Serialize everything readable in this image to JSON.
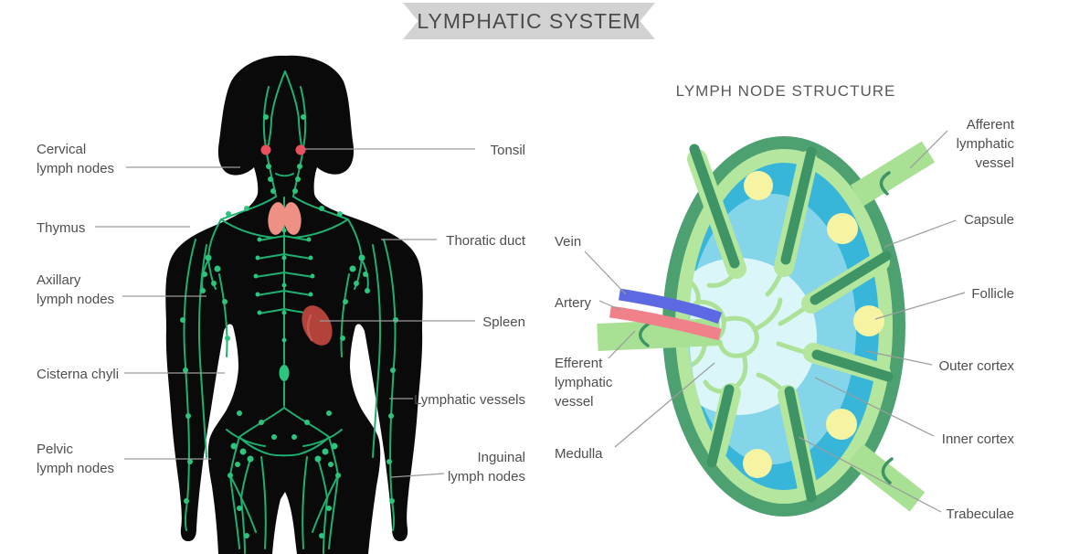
{
  "banner": {
    "title": "LYMPHATIC SYSTEM"
  },
  "node": {
    "title": "LYMPH NODE STRUCTURE",
    "right_labels": [
      {
        "lines": [
          "Afferent",
          "lymphatic",
          "vessel"
        ]
      },
      {
        "lines": [
          "Capsule"
        ]
      },
      {
        "lines": [
          "Follicle"
        ]
      },
      {
        "lines": [
          "Outer cortex"
        ]
      },
      {
        "lines": [
          "Inner cortex"
        ]
      },
      {
        "lines": [
          "Trabeculae"
        ]
      }
    ],
    "left_labels": [
      {
        "lines": [
          "Vein"
        ]
      },
      {
        "lines": [
          "Artery"
        ]
      },
      {
        "lines": [
          "Efferent",
          "lymphatic",
          "vessel"
        ]
      },
      {
        "lines": [
          "Medulla"
        ]
      }
    ]
  },
  "body": {
    "left_labels": [
      {
        "lines": [
          "Cervical",
          "lymph nodes"
        ]
      },
      {
        "lines": [
          "Thymus"
        ]
      },
      {
        "lines": [
          "Axillary",
          "lymph nodes"
        ]
      },
      {
        "lines": [
          "Cisterna chyli"
        ]
      },
      {
        "lines": [
          "Pelvic",
          "lymph nodes"
        ]
      }
    ],
    "right_labels": [
      {
        "lines": [
          "Tonsil"
        ]
      },
      {
        "lines": [
          "Thoratic duct"
        ]
      },
      {
        "lines": [
          "Spleen"
        ]
      },
      {
        "lines": [
          "Lymphatic vessels"
        ]
      },
      {
        "lines": [
          "Inguinal",
          "lymph nodes"
        ]
      }
    ]
  },
  "palette": {
    "banner-bg": "#d2d2d2",
    "banner-text": "#4b4b4b",
    "title-text": "#58585a",
    "label-text": "#4e4e50",
    "leader-line": "#9b9b9b",
    "body-black": "#0a0a0a",
    "lymph-green": "#1fb070",
    "lymph-node-green": "#2cc57e",
    "tonsil-red": "#e8515d",
    "thymus-pink": "#ee9083",
    "spleen-red": "#b2423a",
    "capsule-green": "#4da171",
    "trabecula-green": "#3f9466",
    "lining-green": "#b4e69e",
    "cortex-blue": "#38b6d9",
    "inner-cortex-blue": "#84d5e9",
    "medulla-pale": "#daf6f8",
    "cord-green": "#abe298",
    "follicle-yellow": "#f6f3a3",
    "vein-blue": "#5b6ae2",
    "artery-red": "#f0808a",
    "vessel-green": "#a8e094"
  }
}
